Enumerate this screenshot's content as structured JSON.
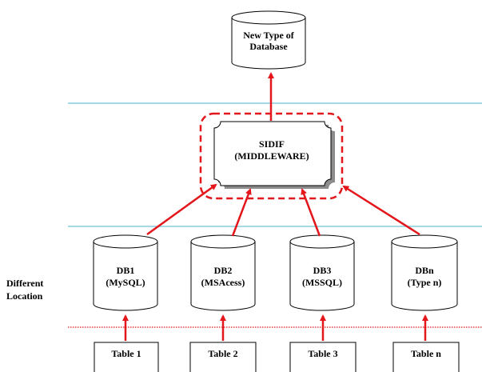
{
  "diagram": {
    "top_db": {
      "line1": "New Type of",
      "line2": "Database"
    },
    "middleware": {
      "line1": "SIDIF",
      "line2": "(MIDDLEWARE)"
    },
    "databases": [
      {
        "name": "DB1",
        "type": "(MySQL)"
      },
      {
        "name": "DB2",
        "type": "(MSAcess)"
      },
      {
        "name": "DB3",
        "type": "(MSSQL)"
      },
      {
        "name": "DBn",
        "type": "(Type n)"
      }
    ],
    "tables": [
      "Table 1",
      "Table 2",
      "Table 3",
      "Table n"
    ],
    "side_label": {
      "line1": "Different",
      "line2": "Location"
    },
    "colors": {
      "arrow": "#e3161b",
      "divider": "#6cc3d5",
      "dotted": "#e3161b",
      "outline": "#000000",
      "shadow": "#8c8c8c"
    }
  }
}
